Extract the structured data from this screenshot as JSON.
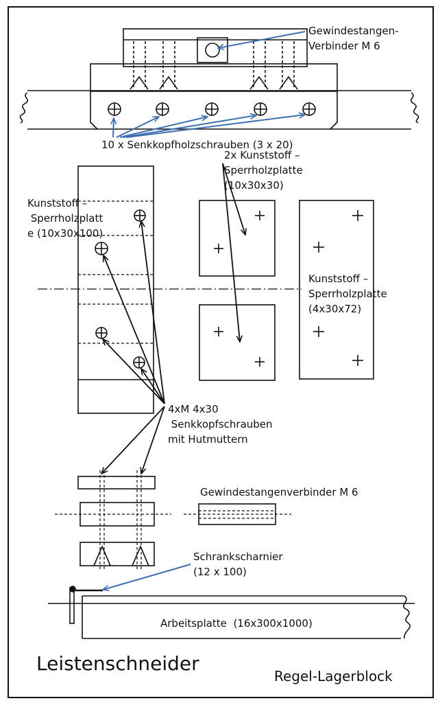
{
  "labels": {
    "coupler_top": "Gewindestangen-\nVerbinder M 6",
    "screws_top": "10 x Senkkopfholzschrauben (3 x 20)",
    "plates_small": "2x Kunststoff –\nSperrholzplatte\n(10x30x30)",
    "plate_left": "Kunststoff –\n Sperrholzplatt\ne (10x30x100)",
    "plate_right": "Kunststoff –\nSperrholzplatte\n(4x30x72)",
    "bolts": "4xM 4x30\n Senkkopfschrauben\nmit Hutmuttern",
    "coupler_mid": "Gewindestangenverbinder M 6",
    "hinge": "Schrankscharnier\n(12 x 100)",
    "worktop": "Arbeitsplatte  (16x300x1000)",
    "title": "Leistenschneider",
    "subtitle": "Regel-Lagerblock"
  },
  "colors": {
    "ink": "#111111",
    "arrow_blue": "#3d6fb0"
  }
}
